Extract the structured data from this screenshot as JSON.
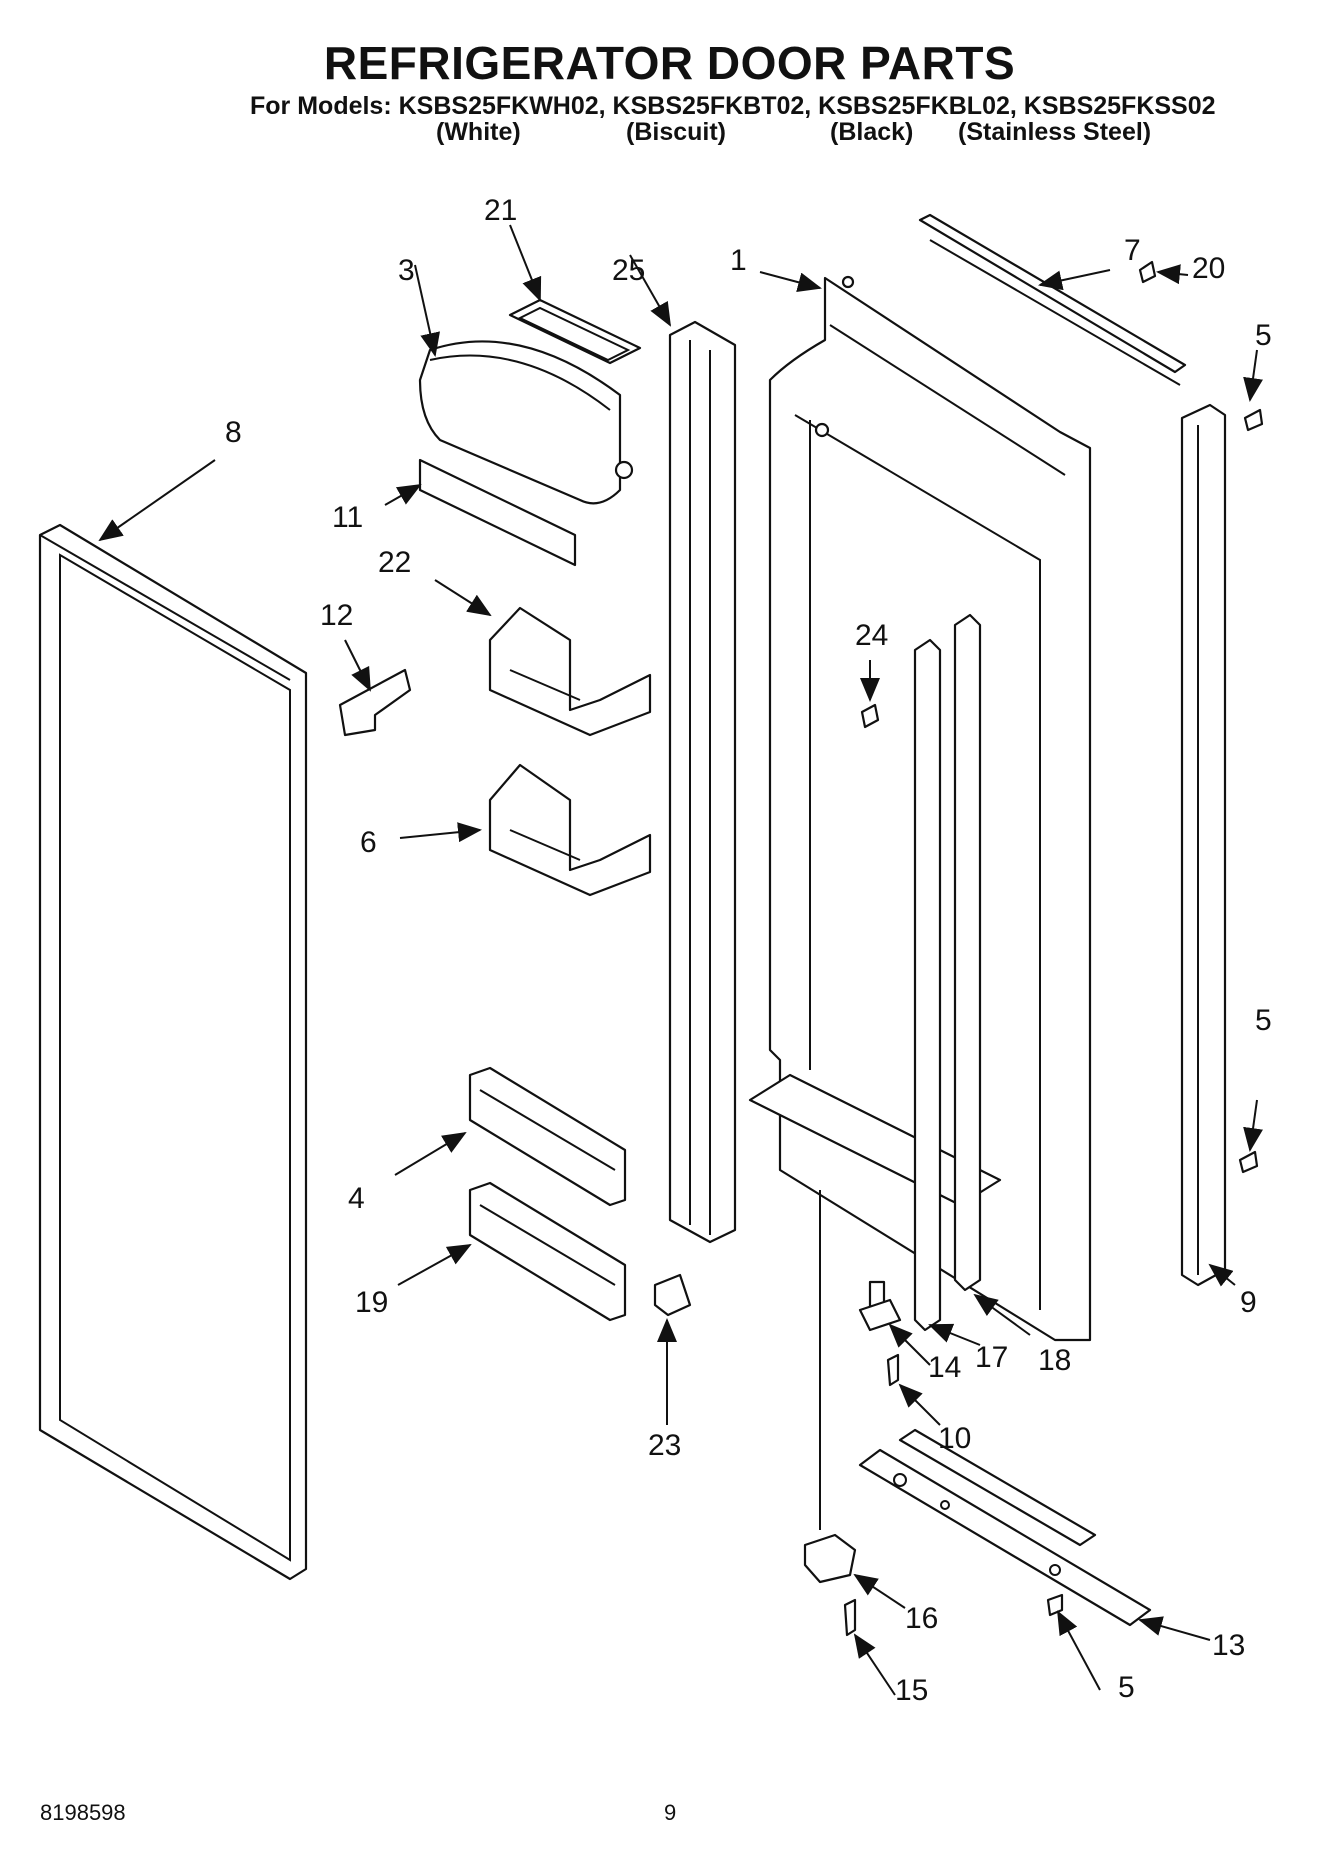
{
  "header": {
    "title": "REFRIGERATOR DOOR PARTS",
    "models_line": "For Models: KSBS25FKWH02, KSBS25FKBT02, KSBS25FKBL02, KSBS25FKSS02",
    "variants": [
      "(White)",
      "(Biscuit)",
      "(Black)",
      "(Stainless Steel)"
    ]
  },
  "callouts": [
    "1",
    "3",
    "4",
    "5",
    "5",
    "5",
    "6",
    "7",
    "8",
    "9",
    "10",
    "11",
    "12",
    "13",
    "14",
    "15",
    "16",
    "17",
    "18",
    "19",
    "20",
    "21",
    "22",
    "23",
    "24",
    "25"
  ],
  "footer": {
    "doc_number": "8198598",
    "page_number": "9"
  }
}
